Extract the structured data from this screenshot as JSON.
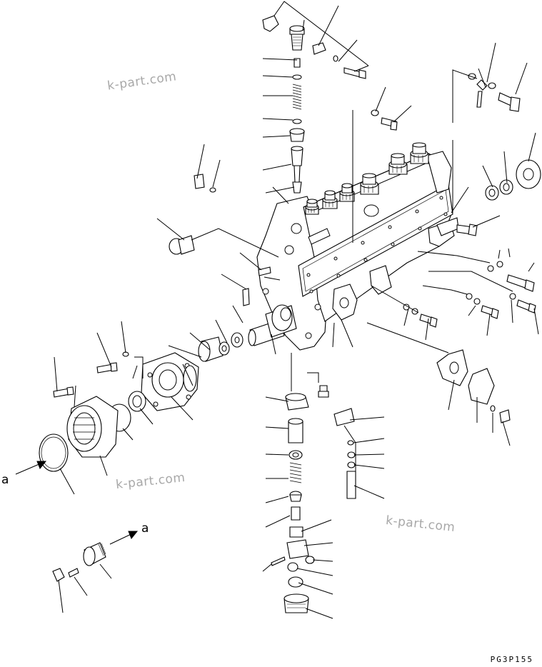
{
  "watermarks": [
    "k-part.com",
    "k-part.com",
    "k-part.com"
  ],
  "view_arrow_labels": [
    "a",
    "a"
  ],
  "drawing_code": "PG3P155"
}
